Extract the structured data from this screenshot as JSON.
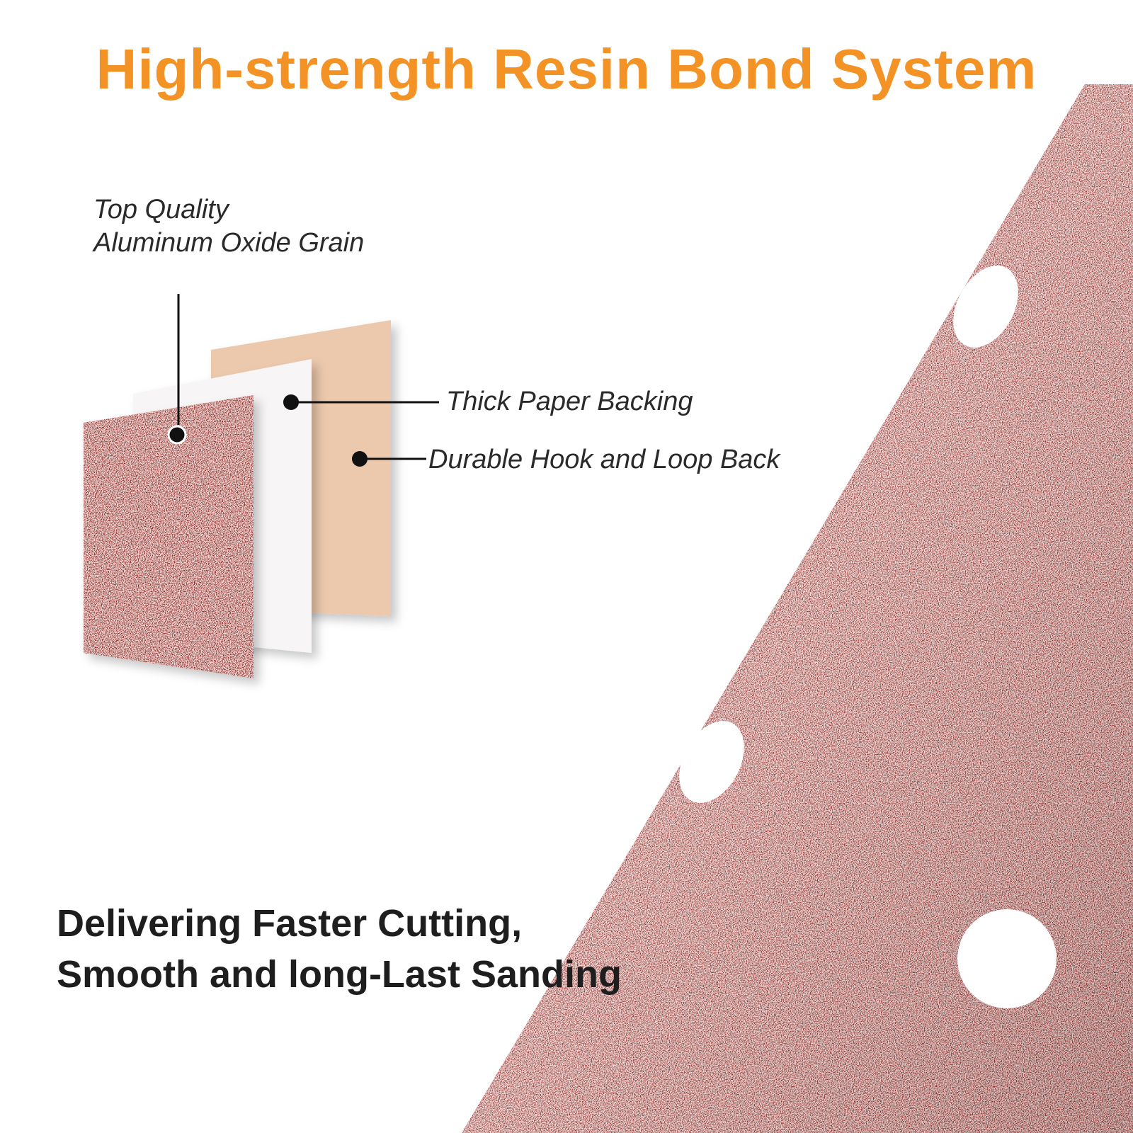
{
  "title": "High-strength Resin Bond System",
  "callouts": {
    "grain_line1": "Top Quality",
    "grain_line2": "Aluminum Oxide Grain",
    "backing": "Thick Paper Backing",
    "hook_loop": "Durable Hook and Loop Back"
  },
  "tagline": {
    "line1": "Delivering Faster Cutting,",
    "line2": "Smooth and long-Last Sanding"
  },
  "colors": {
    "title": "#f39325",
    "abrasive": "#8e2b28",
    "abrasive_dark": "#6f1e1d",
    "backing_paper": "#f7f5f6",
    "hook_loop": "#ecc9ad",
    "text": "#222222"
  }
}
